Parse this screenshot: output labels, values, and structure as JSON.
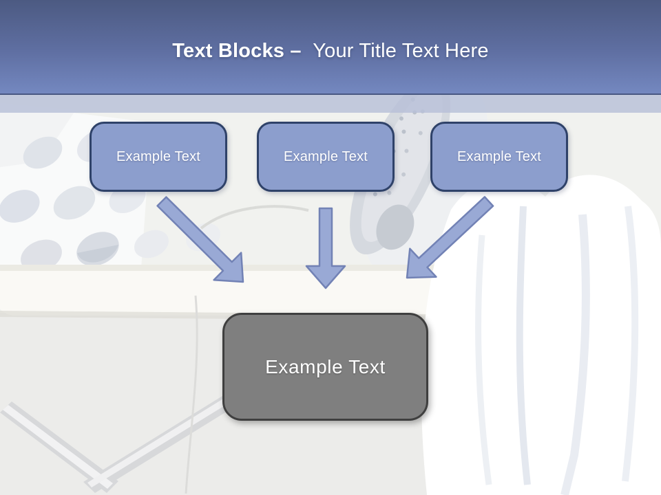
{
  "slide": {
    "title": {
      "bold": "Text Blocks –",
      "regular": "Your Title Text Here"
    },
    "blocks": {
      "top": [
        {
          "label": "Example Text"
        },
        {
          "label": "Example Text"
        },
        {
          "label": "Example Text"
        }
      ],
      "center": {
        "label": "Example Text"
      }
    },
    "colors": {
      "header_gradient_top": "#4c5a82",
      "header_gradient_bottom": "#7488c0",
      "header_strip": "#b7c0d8",
      "title_text": "#ffffff",
      "block_fill": "#8c9ecd",
      "block_border": "#2f4269",
      "block_text": "#ffffff",
      "center_fill": "#7f7f7f",
      "center_border": "#3f3f3f",
      "center_text": "#ffffff",
      "arrow_fill": "#99a9d5",
      "arrow_border": "#7282b5",
      "background": "#f0f1ee"
    }
  }
}
